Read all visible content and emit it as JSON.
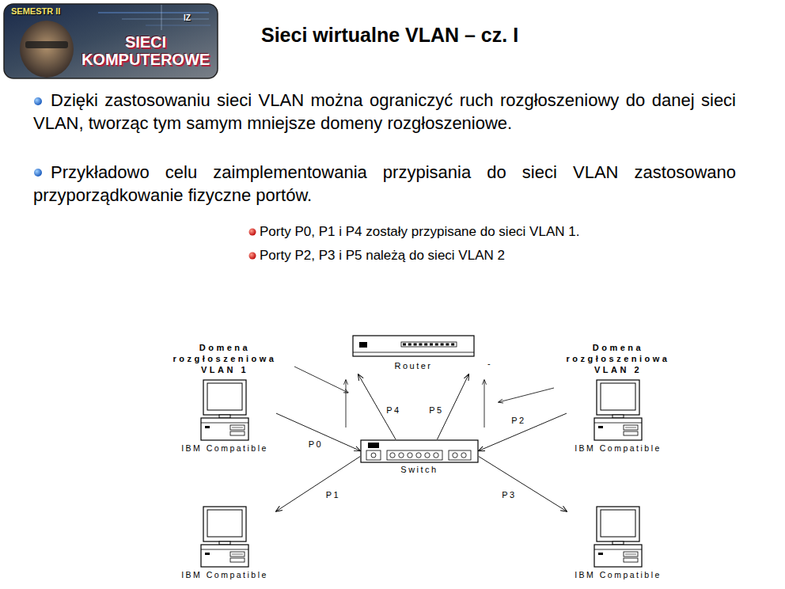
{
  "diagram": {
    "title": "Sieci wirtualne VLAN – cz. I",
    "nodes": [
      {
        "text": [
          "SEMESTR II",
          "IZ",
          "SIECI KOMPUTEROWE"
        ]
      },
      {
        "text": [
          "Router"
        ]
      },
      {
        "text": [
          "IBM Compatible"
        ]
      },
      {
        "text": [
          "Switch"
        ]
      },
      {
        "text": [
          "IBM Compatible"
        ]
      },
      {
        "text": [
          "IBM Compatible"
        ]
      },
      {
        "text": [
          "IBM Compatible"
        ]
      }
    ],
    "edges": [
      {
        "from": 2,
        "to": 3,
        "label": "P0",
        "arrow": "to"
      },
      {
        "from": 3,
        "to": 1,
        "label": "P4",
        "arrow": "to"
      },
      {
        "from": 3,
        "to": 1,
        "label": "P5",
        "arrow": "to"
      },
      {
        "from": 4,
        "to": 3,
        "label": "P2",
        "arrow": "to"
      },
      {
        "from": 3,
        "to": 5,
        "label": "P1",
        "arrow": "to"
      },
      {
        "from": 3,
        "to": 6,
        "label": "P3",
        "arrow": "to"
      }
    ],
    "labels": [
      "Dzięki zastosowaniu sieci VLAN można ograniczyć ruch rozgłoszeniowy do danej sieci VLAN, tworząc tym samym mniejsze domeny rozgłoszeniowe.",
      "Przykładowo celu zaimplementowania przypisania do sieci VLAN zastosowano przyporządkowanie fizyczne portów.",
      "Porty P0, P1 i P4 zostały przypisane do sieci VLAN 1.",
      "Porty P2, P3 i P5 należą do sieci VLAN 2",
      "Domena rozgłoszeniowa VLAN 1",
      "Domena rozgłoszeniowa VLAN 2",
      "-"
    ]
  }
}
